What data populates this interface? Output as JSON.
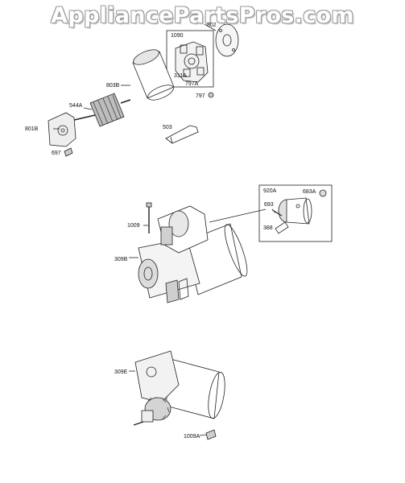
{
  "watermark": "AppliancePartsPros.com",
  "labels": {
    "l1090": "1090",
    "l802": "802",
    "l311A": "311A",
    "l797A": "797A",
    "l797": "797",
    "l803B": "803B",
    "l544A": "544A",
    "l801B": "801B",
    "l697": "697",
    "l503": "503",
    "l920A": "920A",
    "l683A": "683A",
    "l693": "693",
    "l388": "388",
    "l1009": "1009",
    "l309B": "309B",
    "l309E": "309E",
    "l1009A": "1009A"
  },
  "colors": {
    "line": "#222222",
    "shade": "#d8d8d8",
    "watermark_outline": "#9a9a9a"
  }
}
